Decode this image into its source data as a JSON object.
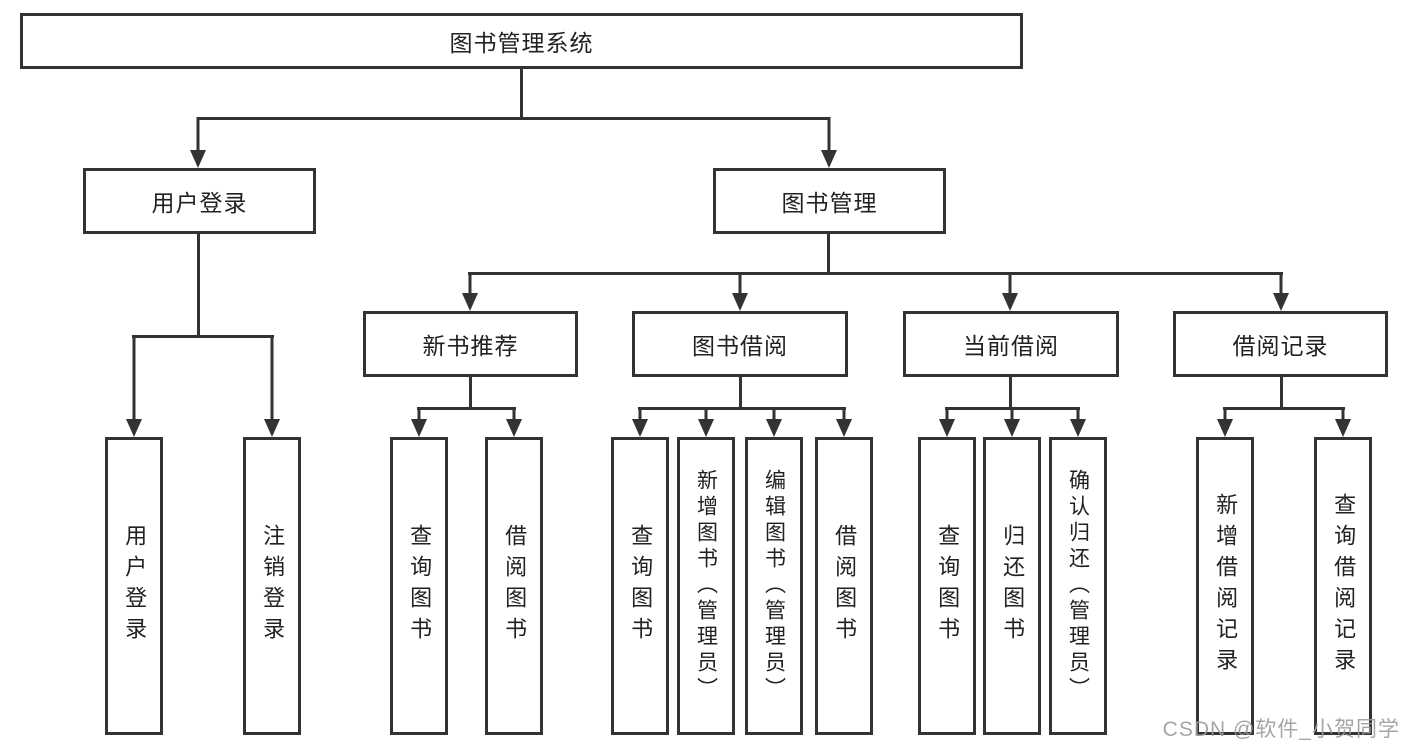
{
  "diagram": {
    "root": {
      "label": "图书管理系统",
      "children": [
        {
          "label": "用户登录",
          "children": [
            {
              "label": "用户登录"
            },
            {
              "label": "注销登录"
            }
          ]
        },
        {
          "label": "图书管理",
          "children": [
            {
              "label": "新书推荐",
              "children": [
                {
                  "label": "查询图书"
                },
                {
                  "label": "借阅图书"
                }
              ]
            },
            {
              "label": "图书借阅",
              "children": [
                {
                  "label": "查询图书"
                },
                {
                  "label": "新增图书（管理员）"
                },
                {
                  "label": "编辑图书（管理员）"
                },
                {
                  "label": "借阅图书"
                }
              ]
            },
            {
              "label": "当前借阅",
              "children": [
                {
                  "label": "查询图书"
                },
                {
                  "label": "归还图书"
                },
                {
                  "label": "确认归还（管理员）"
                }
              ]
            },
            {
              "label": "借阅记录",
              "children": [
                {
                  "label": "新增借阅记录"
                },
                {
                  "label": "查询借阅记录"
                }
              ]
            }
          ]
        }
      ]
    }
  },
  "watermark": "CSDN @软件_小贺同学",
  "colors": {
    "line": "#333333",
    "text": "#212121",
    "watermark": "#9c9c9c",
    "background": "#ffffff"
  }
}
